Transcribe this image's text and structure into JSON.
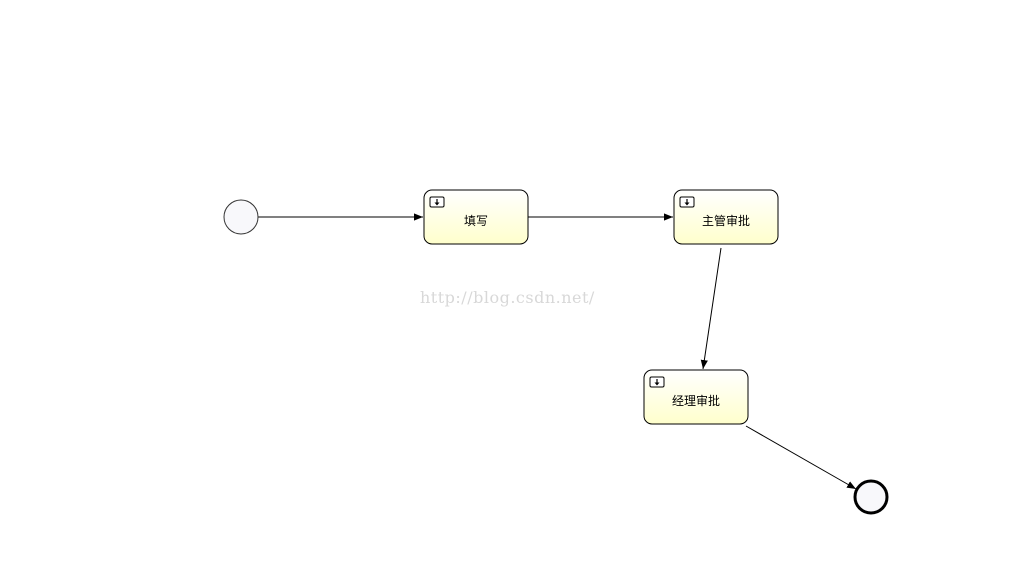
{
  "diagram": {
    "watermark": "http://blog.csdn.net/",
    "tasks": [
      {
        "label": "填写"
      },
      {
        "label": "主管审批"
      },
      {
        "label": "经理审批"
      }
    ]
  },
  "colors": {
    "task_fill_top": "#ffffff",
    "task_fill_bottom": "#ffffcc",
    "task_stroke": "#000000",
    "event_fill": "#f8f8fb",
    "flow_stroke": "#000000"
  },
  "icons": {
    "task_marker": "user-task-icon"
  }
}
